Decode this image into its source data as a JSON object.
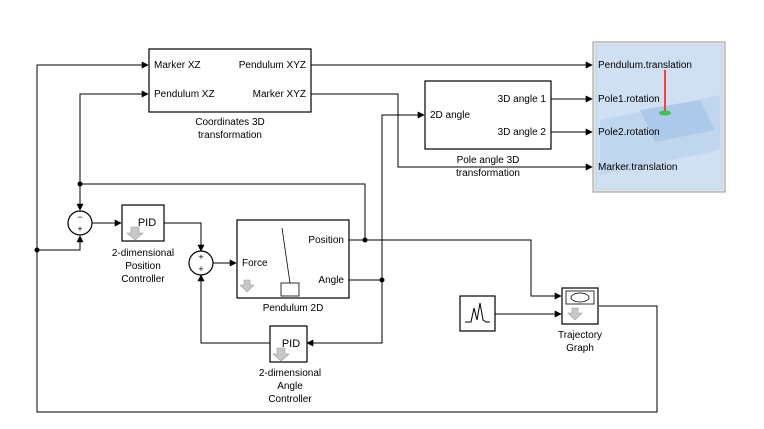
{
  "blocks": {
    "coord3d": {
      "inputs": [
        "Marker XZ",
        "Pendulum XZ"
      ],
      "outputs": [
        "Pendulum XYZ",
        "Marker XYZ"
      ],
      "caption": [
        "Coordinates 3D",
        "transformation"
      ]
    },
    "pole3d": {
      "input": "2D angle",
      "outputs": [
        "3D angle 1",
        "3D angle 2"
      ],
      "caption": [
        "Pole angle 3D",
        "transformation"
      ]
    },
    "vr_sink": {
      "inputs": [
        "Pendulum.translation",
        "Pole1.rotation",
        "Pole2.rotation",
        "Marker.translation"
      ]
    },
    "pendulum2d": {
      "input": "Force",
      "outputs": [
        "Position",
        "Angle"
      ],
      "caption": "Pendulum 2D"
    },
    "pid_position": {
      "label": "PID",
      "caption": [
        "2-dimensional",
        "Position",
        "Controller"
      ]
    },
    "pid_angle": {
      "label": "PID",
      "caption": [
        "2-dimensional",
        "Angle",
        "Controller"
      ]
    },
    "sum1": {
      "signs": [
        "−",
        "+"
      ]
    },
    "sum2": {
      "signs": [
        "+",
        "+"
      ]
    },
    "trajectory_graph": {
      "caption": [
        "Trajectory",
        "Graph"
      ]
    }
  },
  "colors": {
    "vr_background": "#cfe0f3",
    "vr_frame": "#e6e6e6",
    "vr_highlight": "#ff3b3b",
    "vr_base": "#3cc24a"
  }
}
